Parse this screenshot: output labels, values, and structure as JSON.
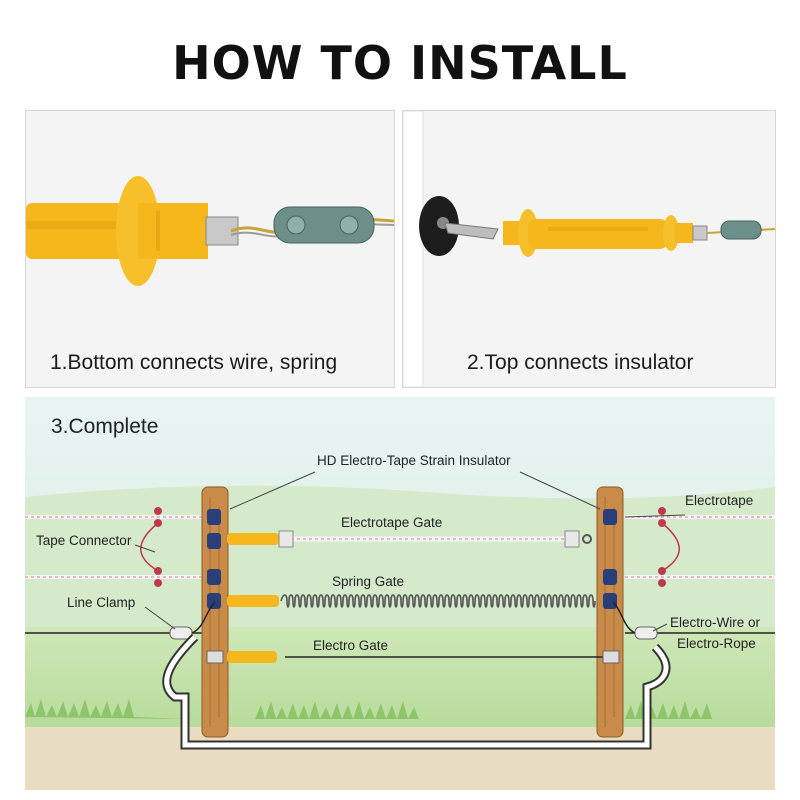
{
  "title": "HOW TO INSTALL",
  "steps": [
    {
      "caption": "1.Bottom connects wire, spring"
    },
    {
      "caption": "2.Top connects insulator"
    },
    {
      "caption": "3.Complete"
    }
  ],
  "diagram": {
    "labels": {
      "strain_insulator": "HD Electro-Tape Strain Insulator",
      "electrotape": "Electrotape",
      "electrotape_gate": "Electrotape Gate",
      "tape_connector": "Tape Connector",
      "spring_gate": "Spring Gate",
      "line_clamp": "Line Clamp",
      "electro_wire_1": "Electro-Wire or",
      "electro_wire_2": "Electro-Rope",
      "electro_gate": "Electro Gate"
    }
  },
  "colors": {
    "handle": "#f5b71c",
    "post": "#c98b4a",
    "sky": "#dff0ee",
    "grass": "#bfe0a6",
    "connector": "#4a6fa3"
  }
}
